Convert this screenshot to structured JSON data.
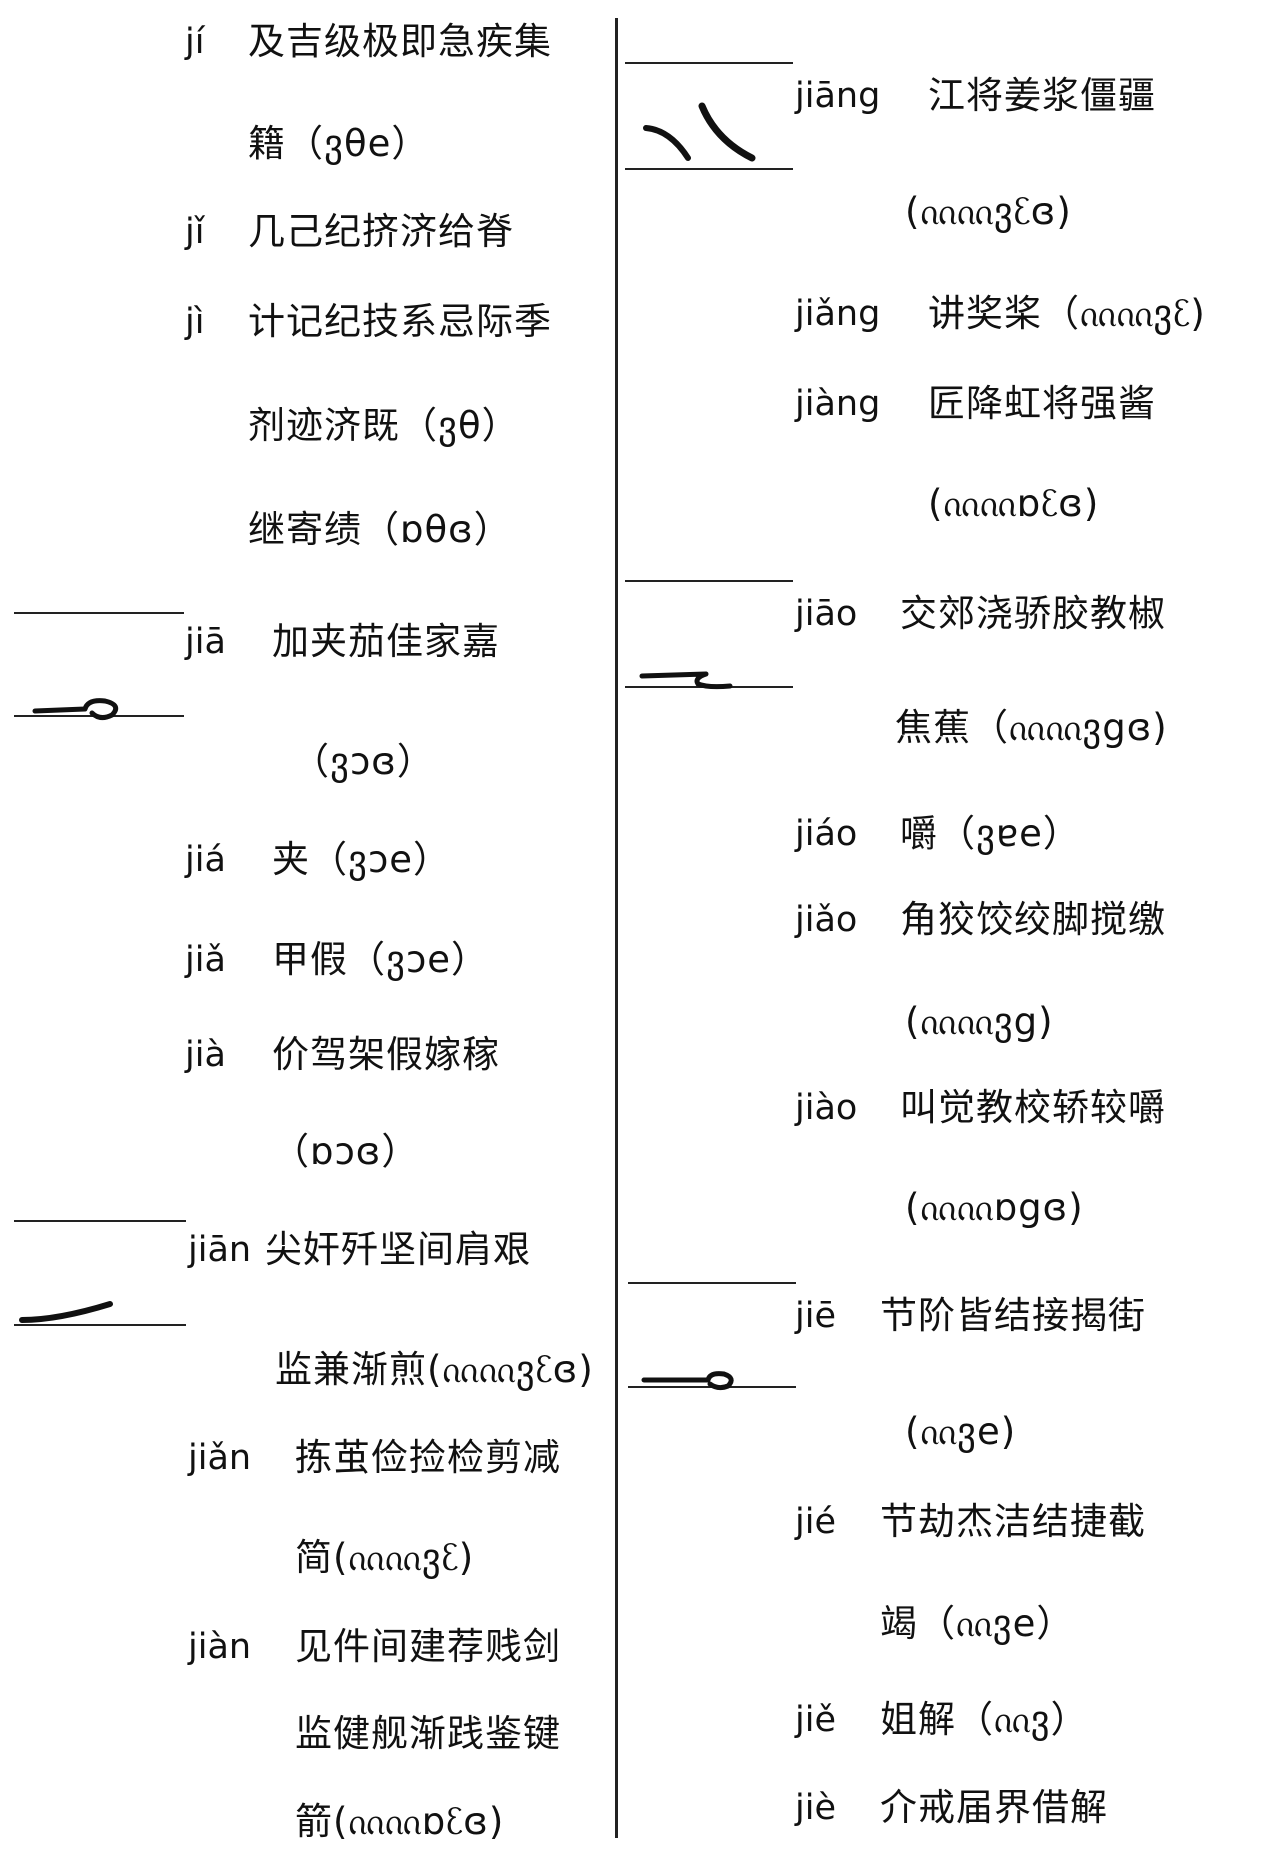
{
  "left_column": {
    "entries": [
      {
        "pinyin": "jí",
        "lines": [
          "及吉级极即急疾集",
          "籍（ვθe）"
        ]
      },
      {
        "pinyin": "jǐ",
        "lines": [
          "几己纪挤济给脊"
        ]
      },
      {
        "pinyin": "jì",
        "lines": [
          "计记纪技系忌际季",
          "剂迹济既（ვθ）",
          "继寄绩（ɒθɞ）"
        ]
      },
      {
        "pinyin": "jiā",
        "lines": [
          "加夹茄佳家嘉",
          "（ვɔɞ）"
        ]
      },
      {
        "pinyin": "jiá",
        "lines": [
          "夹（ვɔe）"
        ]
      },
      {
        "pinyin": "jiǎ",
        "lines": [
          "甲假（ვɔe）"
        ]
      },
      {
        "pinyin": "jià",
        "lines": [
          "价驾架假嫁稼",
          "（ɒɔɞ）"
        ]
      },
      {
        "pinyin": "jiān",
        "lines": [
          "尖奸歼坚间肩艰",
          "监兼渐煎(ᦶᦶვᦷɞ)"
        ]
      },
      {
        "pinyin": "jiǎn",
        "lines": [
          "拣茧俭捡检剪减",
          "简(ᦶᦶვᦷ)"
        ]
      },
      {
        "pinyin": "jiàn",
        "lines": [
          "见件间建荐贱剑",
          "监健舰渐践鉴键",
          "箭(ᦶᦶɒᦷɞ)"
        ]
      }
    ]
  },
  "right_column": {
    "entries": [
      {
        "pinyin": "jiāng",
        "lines": [
          "江将姜浆僵疆",
          "(ᦶᦶვᦷɞ)"
        ]
      },
      {
        "pinyin": "jiǎng",
        "lines": [
          "讲奖桨（ᦶᦶვᦷ)"
        ]
      },
      {
        "pinyin": "jiàng",
        "lines": [
          "匠降虹将强酱",
          "(ᦶᦶɒᦷɞ)"
        ]
      },
      {
        "pinyin": "jiāo",
        "lines": [
          "交郊浇骄胶教椒",
          "焦蕉（ᦶᦶვgɞ)"
        ]
      },
      {
        "pinyin": "jiáo",
        "lines": [
          "嚼（ვɐe）"
        ]
      },
      {
        "pinyin": "jiǎo",
        "lines": [
          "角狡饺绞脚搅缴",
          "(ᦶᦶვg)"
        ]
      },
      {
        "pinyin": "jiào",
        "lines": [
          "叫觉教校轿较嚼",
          "(ᦶᦶɒgɞ)"
        ]
      },
      {
        "pinyin": "jiē",
        "lines": [
          "节阶皆结接揭街",
          "(ᦶვe)"
        ]
      },
      {
        "pinyin": "jié",
        "lines": [
          "节劫杰洁结捷截",
          "竭（ᦶვe）"
        ]
      },
      {
        "pinyin": "jiě",
        "lines": [
          "姐解（ᦶვ）"
        ]
      },
      {
        "pinyin": "jiè",
        "lines": [
          "介戒届界借解"
        ]
      }
    ]
  }
}
